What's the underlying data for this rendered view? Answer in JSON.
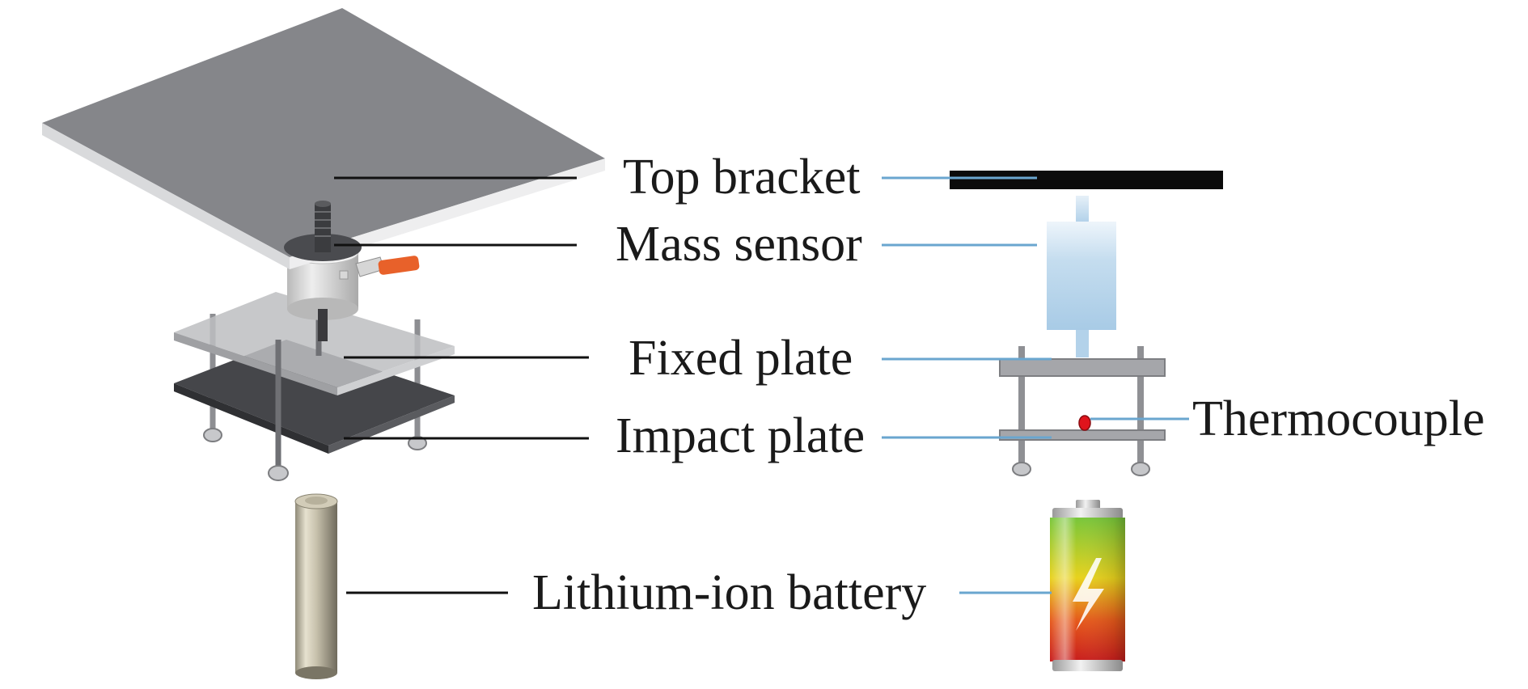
{
  "labels": {
    "top_bracket": "Top bracket",
    "mass_sensor": "Mass sensor",
    "fixed_plate": "Fixed plate",
    "impact_plate": "Impact plate",
    "thermocouple": "Thermocouple",
    "lithium_ion_battery": "Lithium-ion battery"
  },
  "colors": {
    "leader_3d": "#111111",
    "leader_schematic": "#6aa6cf",
    "bracket_top": "#86878b",
    "plate_gray": "#a5a6aa",
    "sensor_blue": "#b7d6ec",
    "thermocouple_dot": "#e0141c",
    "battery_green": "#7cc43a",
    "battery_yellow": "#f1d21b",
    "battery_red": "#d7261e",
    "connector_orange": "#e8612a"
  },
  "icons": [
    "bolt-icon",
    "battery-icon"
  ]
}
